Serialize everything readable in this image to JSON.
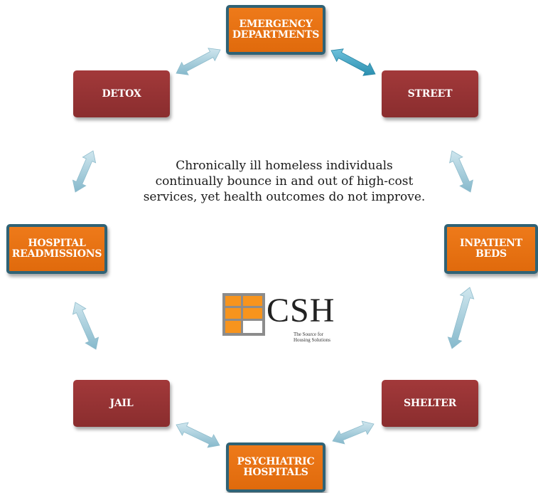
{
  "nodes": {
    "emergency": "EMERGENCY\nDEPARTMENTS",
    "street": "STREET",
    "inpatient": "INPATIENT BEDS",
    "shelter": "SHELTER",
    "psychiatric": "PSYCHIATRIC\nHOSPITALS",
    "jail": "JAIL",
    "readmissions": "HOSPITAL\nREADMISSIONS",
    "detox": "DETOX"
  },
  "center_text": "Chronically ill homeless individuals continually bounce in and out of high-cost services, yet health outcomes do not improve.",
  "logo": {
    "word": "CSH",
    "tagline": "The Source for\nHousing Solutions"
  },
  "colors": {
    "red_node": "#962f30",
    "orange_node": "#e8720f",
    "orange_border": "#2f6275",
    "arrow": "#9cc9d9",
    "arrow_dark": "#2f9ec0",
    "logo_orange": "#f7941d",
    "logo_gray": "#8c8c8c"
  }
}
